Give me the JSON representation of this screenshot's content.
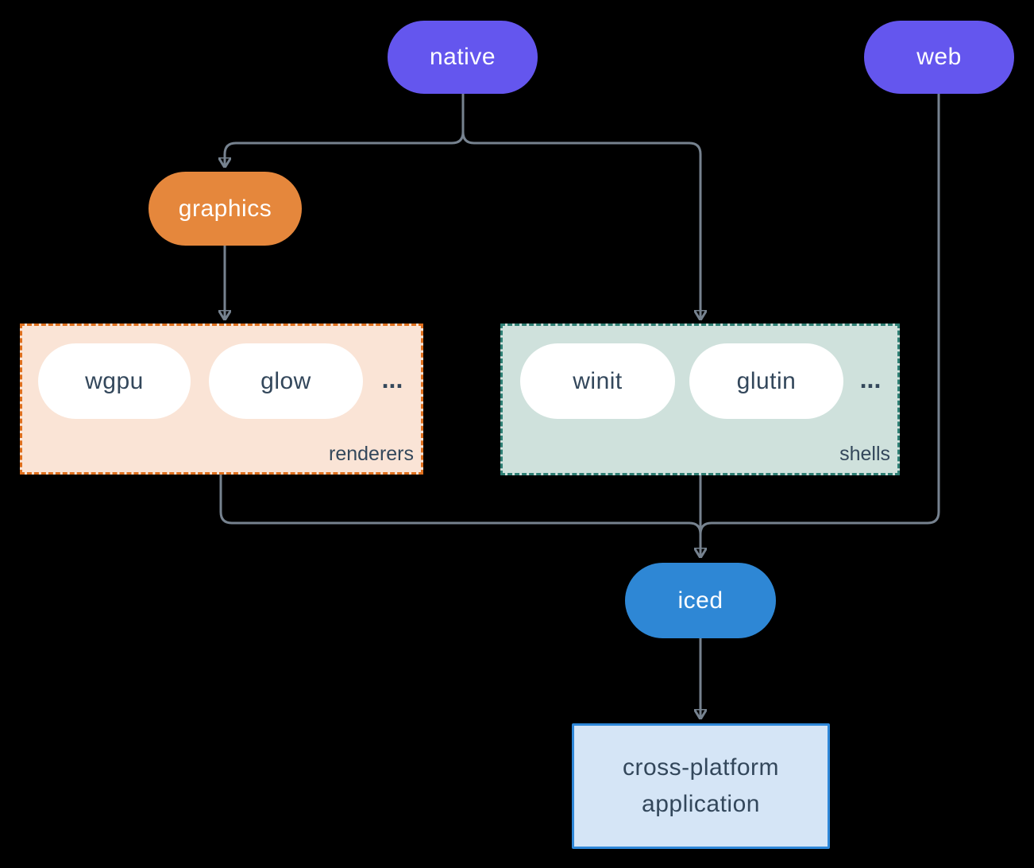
{
  "diagram": {
    "background_color": "#000000",
    "edge_color": "#76828F",
    "text_dark_color": "#33475B",
    "native": {
      "label": "native",
      "color": "#6456EE"
    },
    "web": {
      "label": "web",
      "color": "#6456EE"
    },
    "graphics": {
      "label": "graphics",
      "color": "#E5873C"
    },
    "iced": {
      "label": "iced",
      "color": "#2E87D5"
    },
    "renderers": {
      "label": "renderers",
      "items": [
        "wgpu",
        "glow",
        "..."
      ],
      "fill": "#FAE4D6",
      "border": "#DF701E"
    },
    "shells": {
      "label": "shells",
      "items": [
        "winit",
        "glutin",
        "..."
      ],
      "fill": "#CFE1DC",
      "border": "#2E7F74"
    },
    "application": {
      "lines": [
        "cross-platform",
        "application"
      ],
      "fill": "#D5E5F6",
      "border": "#2E87D8"
    }
  }
}
